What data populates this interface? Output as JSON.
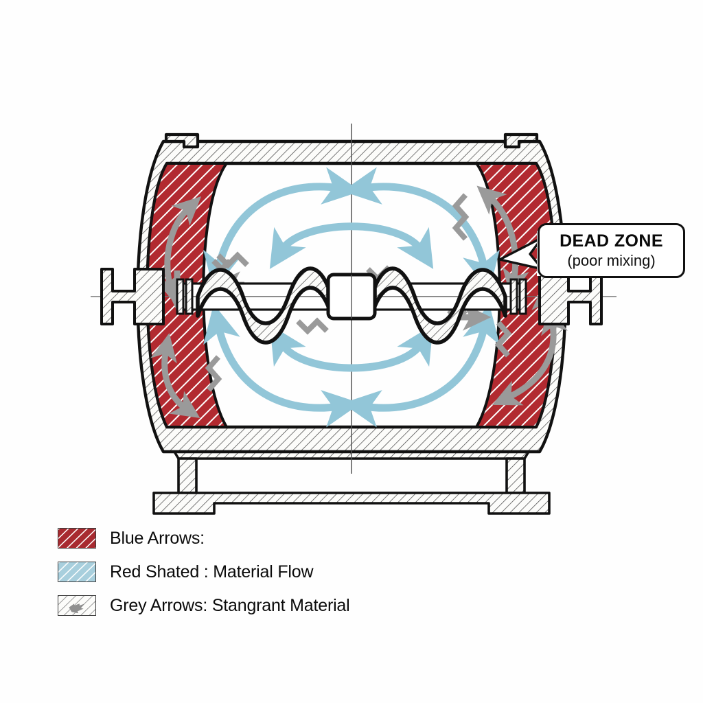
{
  "diagram": {
    "title": "Horizontal ribbon blender cross-section with dead zones",
    "colors": {
      "dead_zone_red": "#b22a30",
      "flow_blue": "#92c6d8",
      "stagnant_grey": "#9a9a9a",
      "outline_black": "#111111",
      "hatch_grey": "#4a4a4a",
      "background": "#fefefe"
    }
  },
  "callout": {
    "title": "DEAD ZONE",
    "subtitle": "(poor mixing)"
  },
  "legend": {
    "items": [
      {
        "swatch": "red-hatch-swatch",
        "label": "Blue Arrows:"
      },
      {
        "swatch": "blue-hatch-swatch",
        "label": " Red Shated : Material Flow"
      },
      {
        "swatch": "grey-hatch-swatch",
        "label": "Grey Arrows: Stangrant Material"
      }
    ]
  },
  "parts": {
    "vessel_shell": "vessel-shell",
    "dead_zone_left": "dead-zone-left",
    "dead_zone_right": "dead-zone-right",
    "ribbon_agitator": "ribbon-agitator",
    "center_hub": "center-hub",
    "shaft": "shaft",
    "left_bearing_flange": "left-bearing-flange",
    "right_bearing_flange": "right-bearing-flange",
    "top_left_nozzle": "top-left-nozzle",
    "top_right_nozzle": "top-right-nozzle",
    "support_base": "support-base",
    "centerline_vertical": "vertical-centerline",
    "centerline_horizontal": "horizontal-centerline"
  },
  "flow_arrows": [
    {
      "name": "flow-arrow-upper-outer",
      "direction": "double"
    },
    {
      "name": "flow-arrow-upper-inner",
      "direction": "double"
    },
    {
      "name": "flow-arrow-lower-outer",
      "direction": "double"
    },
    {
      "name": "flow-arrow-lower-inner",
      "direction": "double"
    }
  ],
  "stagnant_arrows": [
    {
      "name": "stagnant-arrow-top-left"
    },
    {
      "name": "stagnant-arrow-top-right"
    },
    {
      "name": "stagnant-arrow-bottom-left"
    },
    {
      "name": "stagnant-arrow-bottom-right"
    },
    {
      "name": "stagnant-arrow-left-flange"
    },
    {
      "name": "stagnant-arrow-right-flange"
    }
  ],
  "squiggles": [
    {
      "name": "squiggle-upper-left"
    },
    {
      "name": "squiggle-upper-right"
    },
    {
      "name": "squiggle-mid-left"
    },
    {
      "name": "squiggle-mid-right"
    },
    {
      "name": "squiggle-lower-left"
    },
    {
      "name": "squiggle-lower-right"
    },
    {
      "name": "squiggle-center-top"
    },
    {
      "name": "squiggle-center-bottom"
    }
  ]
}
